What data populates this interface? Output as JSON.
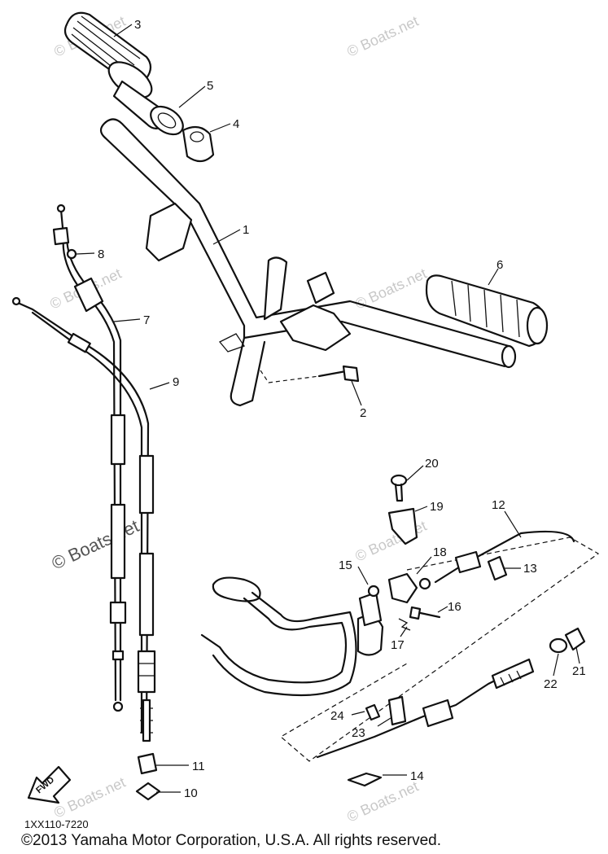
{
  "diagram": {
    "parts": [
      {
        "id": "p1",
        "label": "1"
      },
      {
        "id": "p2",
        "label": "2"
      },
      {
        "id": "p3",
        "label": "3"
      },
      {
        "id": "p4",
        "label": "4"
      },
      {
        "id": "p5",
        "label": "5"
      },
      {
        "id": "p6",
        "label": "6"
      },
      {
        "id": "p7",
        "label": "7"
      },
      {
        "id": "p8",
        "label": "8"
      },
      {
        "id": "p9",
        "label": "9"
      },
      {
        "id": "p10",
        "label": "10"
      },
      {
        "id": "p11",
        "label": "11"
      },
      {
        "id": "p12",
        "label": "12"
      },
      {
        "id": "p13",
        "label": "13"
      },
      {
        "id": "p14",
        "label": "14"
      },
      {
        "id": "p15",
        "label": "15"
      },
      {
        "id": "p16",
        "label": "16"
      },
      {
        "id": "p17",
        "label": "17"
      },
      {
        "id": "p18",
        "label": "18"
      },
      {
        "id": "p19",
        "label": "19"
      },
      {
        "id": "p20",
        "label": "20"
      },
      {
        "id": "p21",
        "label": "21"
      },
      {
        "id": "p22",
        "label": "22"
      },
      {
        "id": "p23",
        "label": "23"
      },
      {
        "id": "p24",
        "label": "24"
      }
    ],
    "fwd_label": "FWD",
    "watermark": "© Boats.net",
    "reference_code": "1XX110-7220",
    "copyright": "©2013 Yamaha Motor Corporation, U.S.A. All rights reserved."
  }
}
